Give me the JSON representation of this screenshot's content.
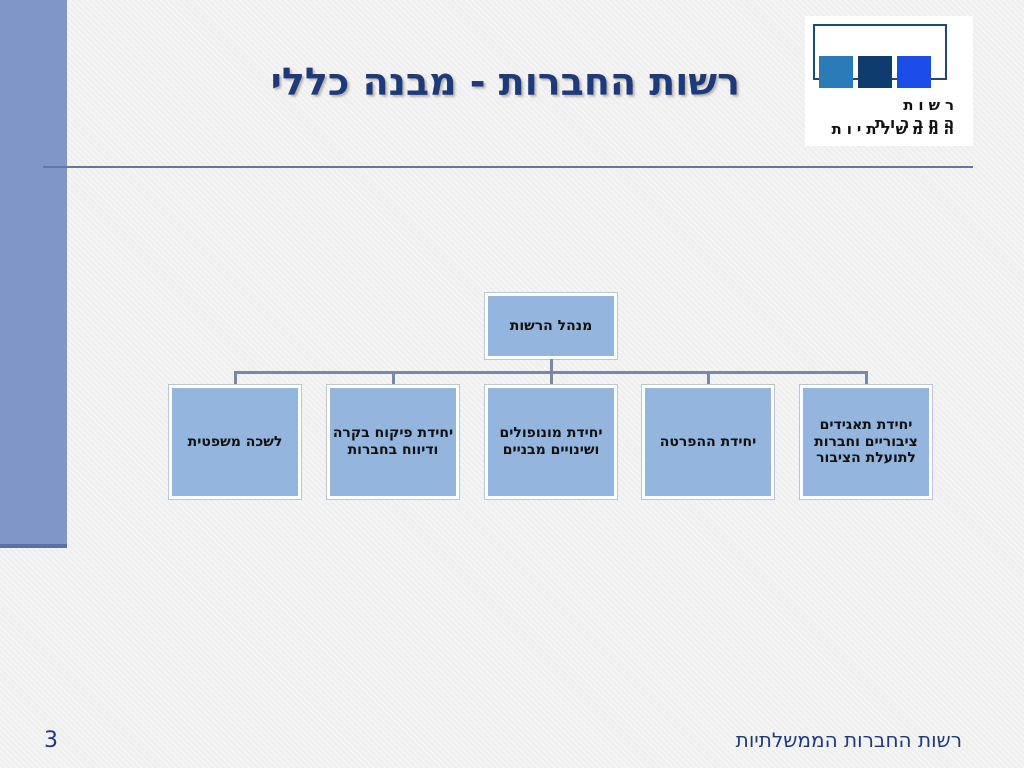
{
  "slide": {
    "title": "רשות החברות - מבנה כללי",
    "page_number": "3",
    "footer": "רשות החברות הממשלתיות"
  },
  "logo": {
    "line1": "רשות החברות",
    "line2": "הממשלתיות",
    "colors": [
      "#2b7bb8",
      "#0e3c6e",
      "#1b4ee8"
    ]
  },
  "org_chart": {
    "head": "מנהל הרשות",
    "units": [
      "יחידת תאגידים ציבוריים וחברות לתועלת הציבור",
      "יחידת ההפרטה",
      "יחידת מונופולים ושינויים מבניים",
      "יחידת פיקוח בקרה ודיווח בחברות",
      "לשכה משפטית"
    ]
  },
  "colors": {
    "box_fill": "#94b5dd",
    "title": "#1f3a7a",
    "side_band": "#8196c8"
  }
}
